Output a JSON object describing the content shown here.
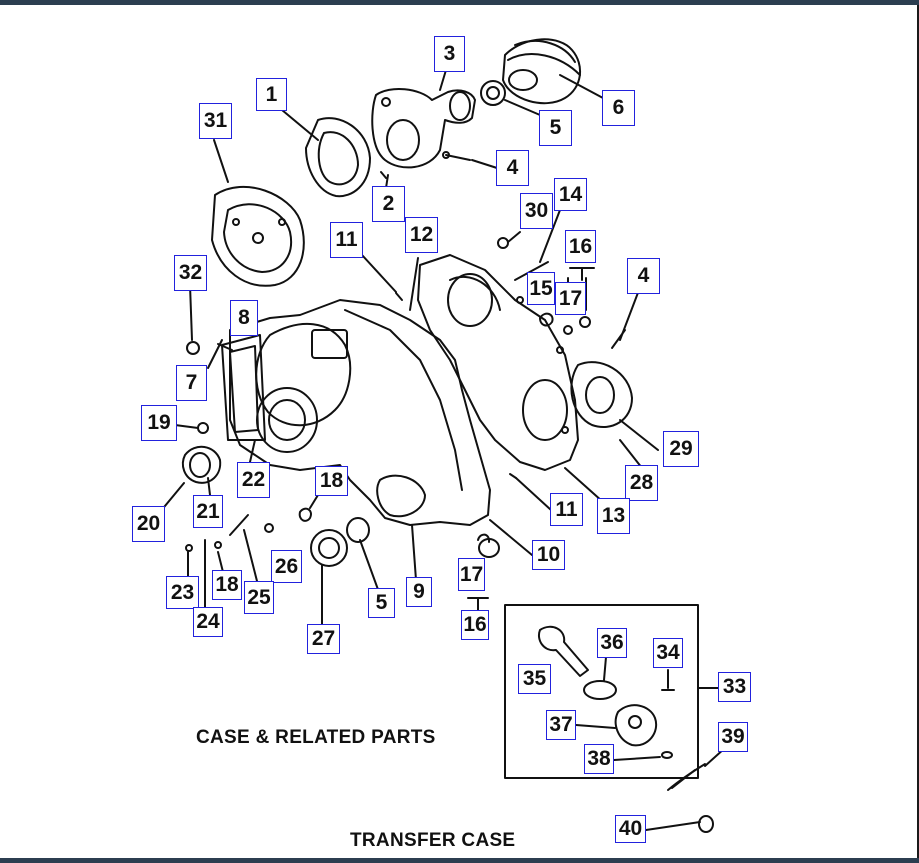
{
  "diagram": {
    "caption_case": "CASE & RELATED PARTS",
    "caption_title": "TRANSFER CASE",
    "callouts": [
      "1",
      "2",
      "3",
      "4",
      "5",
      "6",
      "31",
      "30",
      "14",
      "16",
      "11",
      "12",
      "4",
      "15",
      "17",
      "32",
      "8",
      "7",
      "19",
      "22",
      "29",
      "28",
      "13",
      "11",
      "18",
      "20",
      "21",
      "26",
      "10",
      "17",
      "23",
      "18",
      "25",
      "5",
      "9",
      "16",
      "24",
      "27",
      "36",
      "34",
      "35",
      "33",
      "37",
      "39",
      "38",
      "40"
    ]
  },
  "colors": {
    "callout_border": "#2222dd",
    "line": "#111111",
    "frame": "#2c3e50"
  }
}
